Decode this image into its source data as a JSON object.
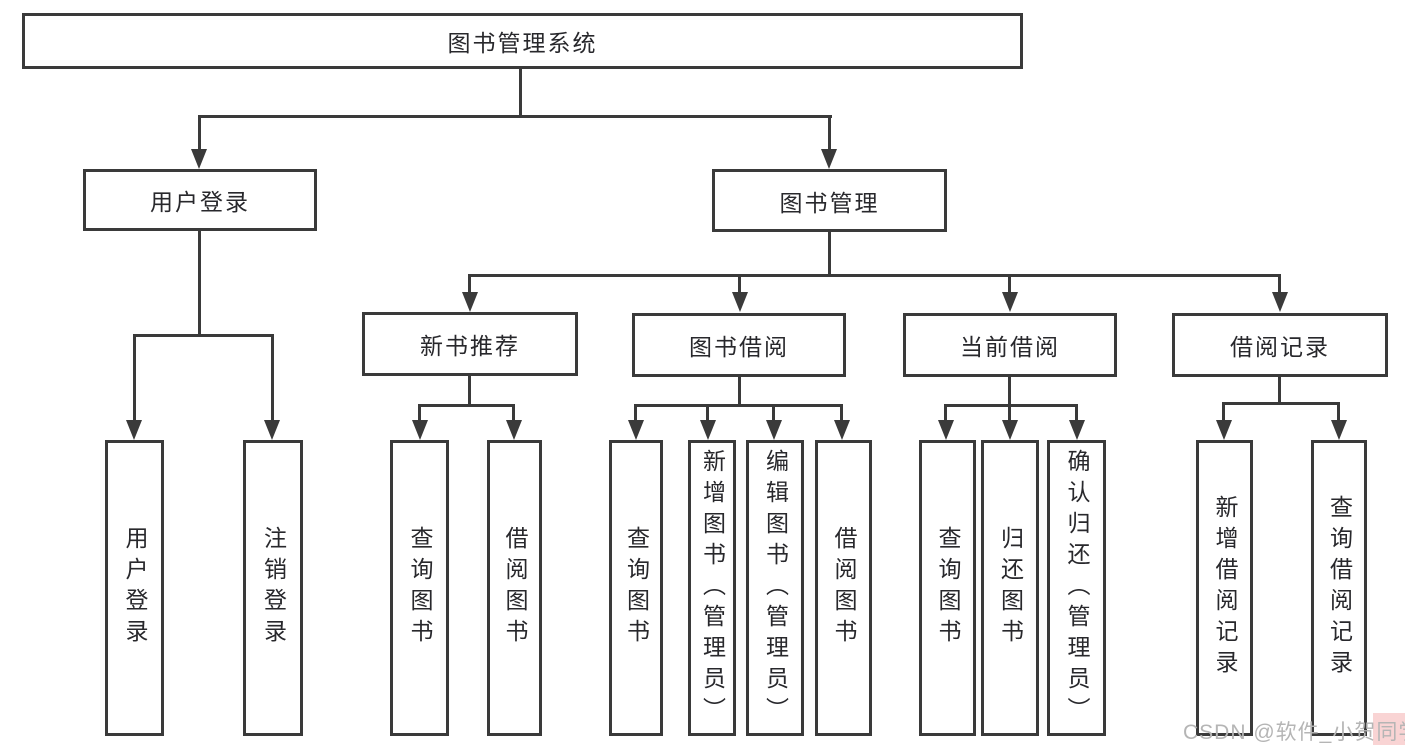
{
  "colors": {
    "line": "#3a3a3a",
    "text": "#28282c",
    "background": "#ffffff",
    "watermark": "#b5b5b5"
  },
  "tree": {
    "root": {
      "label": "图书管理系统",
      "children": [
        {
          "label": "用户登录",
          "children": [
            {
              "label": "用户登录"
            },
            {
              "label": "注销登录"
            }
          ]
        },
        {
          "label": "图书管理",
          "children": [
            {
              "label": "新书推荐",
              "children": [
                {
                  "label": "查询图书"
                },
                {
                  "label": "借阅图书"
                }
              ]
            },
            {
              "label": "图书借阅",
              "children": [
                {
                  "label": "查询图书"
                },
                {
                  "label": "新增图书（管理员）"
                },
                {
                  "label": "编辑图书（管理员）"
                },
                {
                  "label": "借阅图书"
                }
              ]
            },
            {
              "label": "当前借阅",
              "children": [
                {
                  "label": "查询图书"
                },
                {
                  "label": "归还图书"
                },
                {
                  "label": "确认归还（管理员）"
                }
              ]
            },
            {
              "label": "借阅记录",
              "children": [
                {
                  "label": "新增借阅记录"
                },
                {
                  "label": "查询借阅记录"
                }
              ]
            }
          ]
        }
      ]
    }
  },
  "watermark": {
    "text": "CSDN @软件_小贺同学"
  }
}
